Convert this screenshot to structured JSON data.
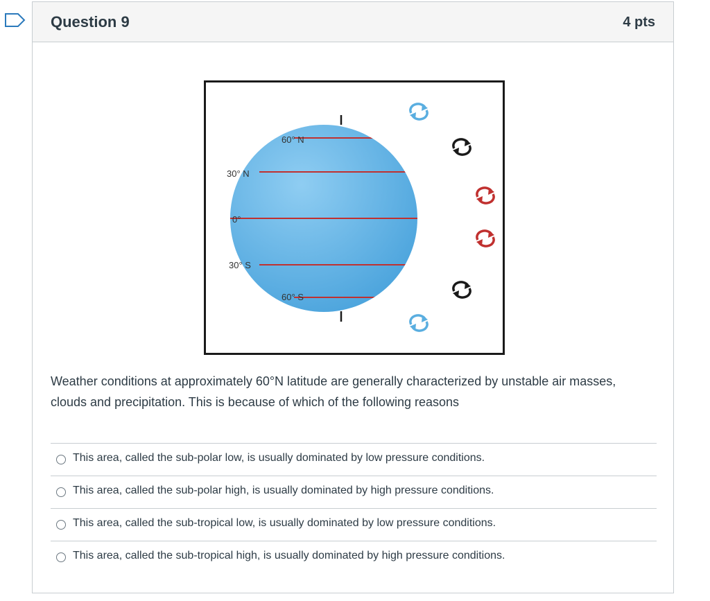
{
  "question": {
    "title": "Question 9",
    "points": "4 pts",
    "text": "Weather conditions at approximately 60°N latitude are generally characterized by unstable air masses, clouds and precipitation.  This is because of which of the following reasons"
  },
  "figure": {
    "latitude_labels": [
      "60° N",
      "30° N",
      "0°",
      "30° S",
      "60° S"
    ],
    "globe_color": "#5aaee0",
    "line_color": "#c0302f",
    "cell_colors": [
      "#5aaee0",
      "#1a1a1a",
      "#c0302f",
      "#c0302f",
      "#1a1a1a",
      "#5aaee0"
    ]
  },
  "answers": [
    "This area, called the sub-polar low, is usually dominated by low pressure conditions.",
    "This area, called the sub-polar high, is usually dominated by high pressure conditions.",
    "This area, called the sub-tropical low, is usually dominated by low pressure conditions.",
    "This area, called the sub-tropical high, is usually dominated by high pressure conditions."
  ]
}
